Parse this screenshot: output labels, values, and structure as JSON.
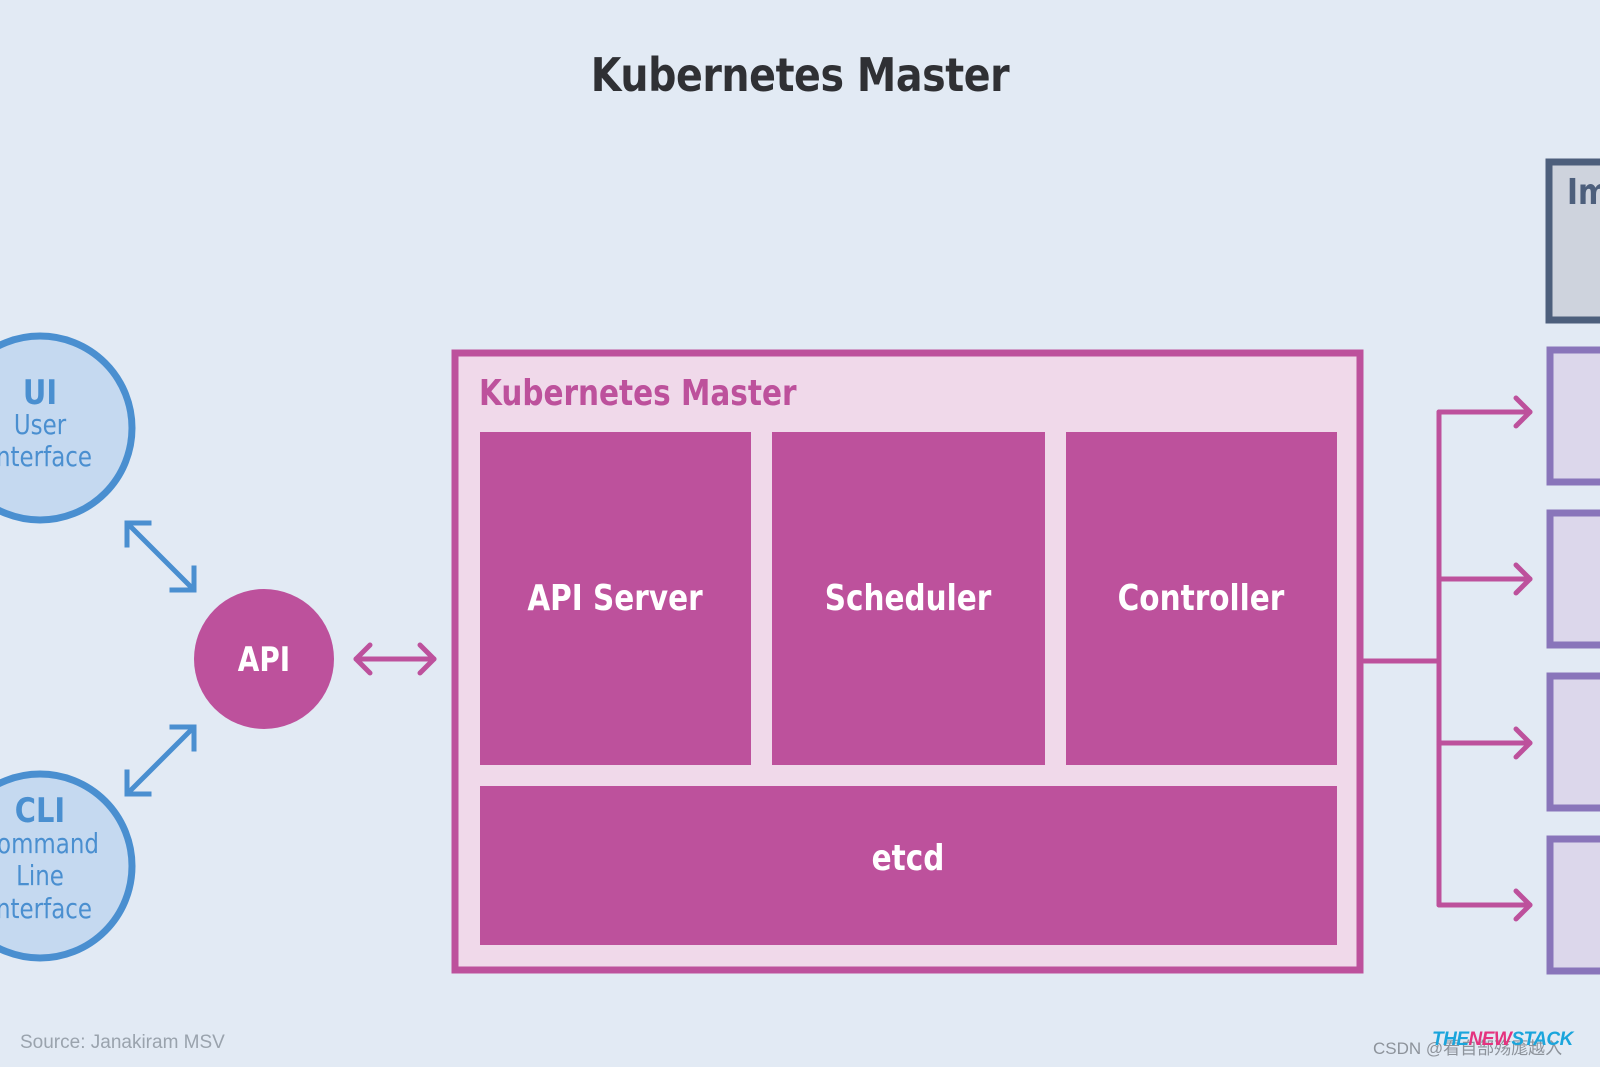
{
  "title": "Kubernetes Master",
  "ui_node": {
    "abbr": "UI",
    "line1": "User",
    "line2": "nterface"
  },
  "cli_node": {
    "abbr": "CLI",
    "line1": "ommand",
    "line2": "Line",
    "line3": "nterface"
  },
  "api_node": {
    "label": "API"
  },
  "master": {
    "label": "Kubernetes Master",
    "components": [
      {
        "label": "API Server"
      },
      {
        "label": "Scheduler"
      },
      {
        "label": "Controller"
      }
    ],
    "store": {
      "label": "etcd"
    }
  },
  "right_top_box": {
    "label_fragment": "Im"
  },
  "footer": {
    "source": "Source: Janakiram MSV",
    "watermark": "CSDN @看自部殇厖越入",
    "brand_part1": "THE",
    "brand_part2": "NEW",
    "brand_part3": "STACK"
  },
  "colors": {
    "background": "#e2eaf4",
    "magenta": "#bd519c",
    "magenta_light": "#f0d9ea",
    "blue": "#4a8fd0",
    "blue_fill": "#c5d9f0",
    "slate": "#4d5f7c",
    "purple": "#8975ba"
  }
}
